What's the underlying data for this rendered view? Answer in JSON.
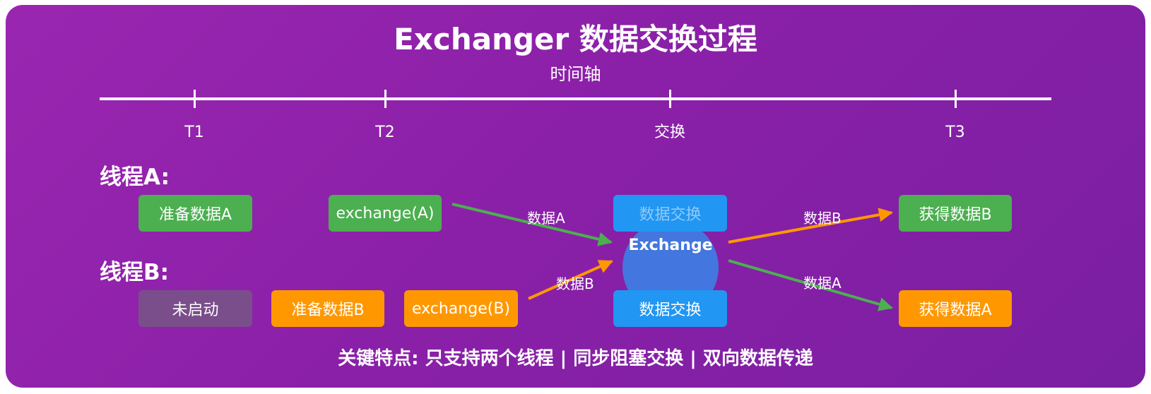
{
  "title": "Exchanger 数据交换过程",
  "subtitle": "时间轴",
  "timeline": {
    "ticks": [
      "T1",
      "T2",
      "交换",
      "T3"
    ]
  },
  "thread_a": {
    "label": "线程A:",
    "steps": {
      "prepare": "准备数据A",
      "exchange": "exchange(A)",
      "swap": "数据交换",
      "result": "获得数据B"
    }
  },
  "thread_b": {
    "label": "线程B:",
    "steps": {
      "not_started": "未启动",
      "prepare": "准备数据B",
      "exchange": "exchange(B)",
      "swap": "数据交换",
      "result": "获得数据A"
    }
  },
  "center": {
    "label": "Exchange"
  },
  "arrow_labels": {
    "a_in": "数据A",
    "b_in": "数据B",
    "b_out": "数据B",
    "a_out": "数据A"
  },
  "footer": "关键特点: 只支持两个线程 | 同步阻塞交换 | 双向数据传递",
  "colors": {
    "background": "#9228ac",
    "thread_a": "#4caf50",
    "thread_b": "#ff9800",
    "exchange": "#2196f3",
    "inactive": "#7a4e8a"
  }
}
